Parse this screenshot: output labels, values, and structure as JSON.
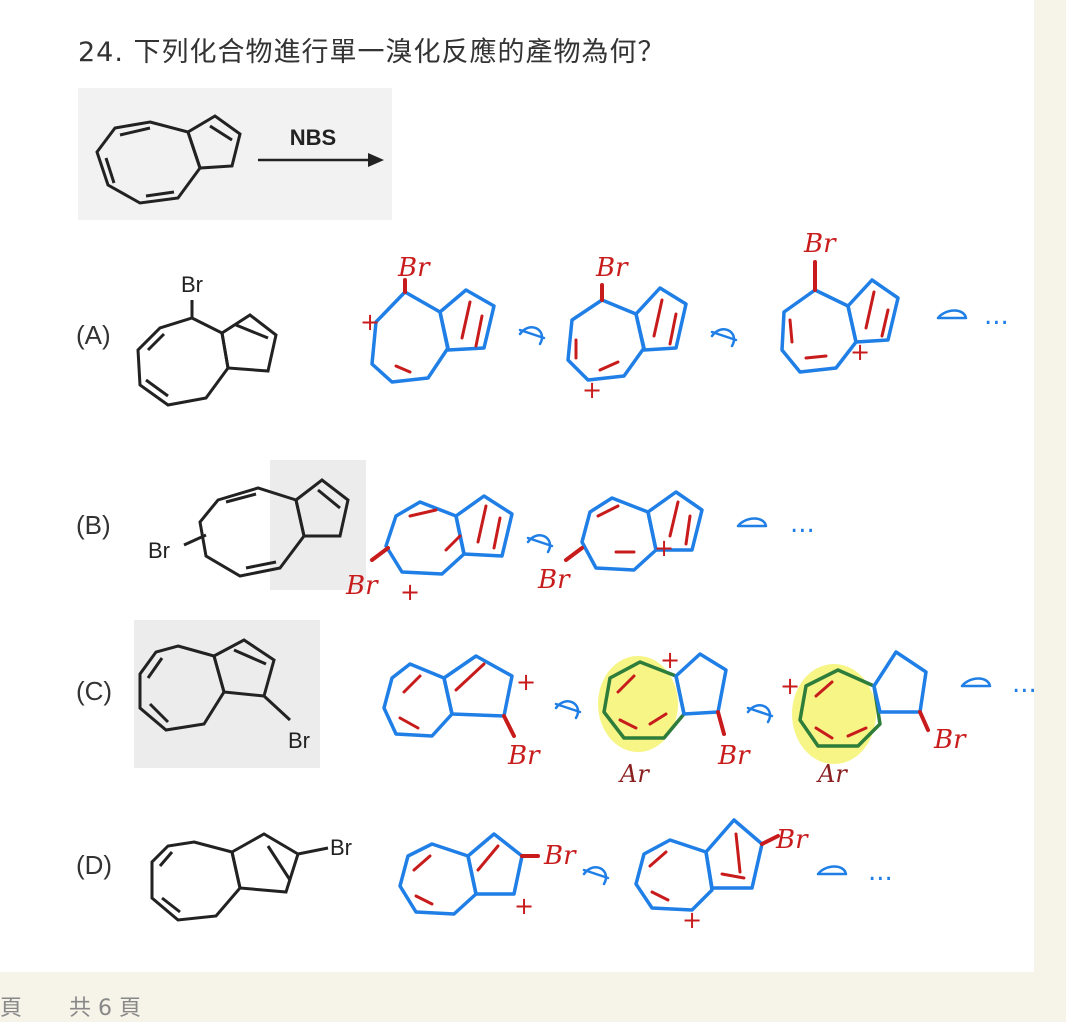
{
  "question": {
    "text": "24. 下列化合物進行單一溴化反應的產物為何？"
  },
  "reaction": {
    "reagent": "NBS"
  },
  "options": [
    {
      "label": "(A)",
      "substituent": "Br"
    },
    {
      "label": "(B)",
      "substituent": "Br"
    },
    {
      "label": "(C)",
      "substituent": "Br"
    },
    {
      "label": "(D)",
      "substituent": "Br"
    }
  ],
  "annotations": {
    "br": "Br",
    "ar": "Ar",
    "plus": "+",
    "ellipsis": "...",
    "ink_blue": "#1f7fe6",
    "ink_red": "#c81c1c",
    "ink_green": "#2f7d3a",
    "highlight": "#f3f25e"
  },
  "footer": {
    "page_prefix": "頁",
    "total": "共 6 頁"
  }
}
